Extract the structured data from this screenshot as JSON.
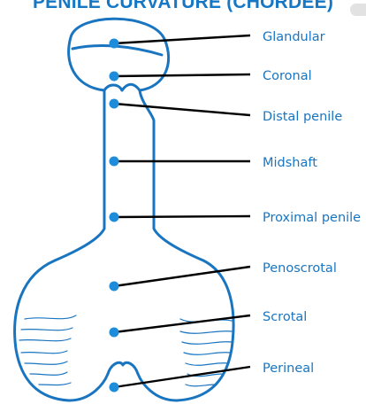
{
  "title": "PENILE CURVATURE (CHORDEE)",
  "colors": {
    "outline": "#1a75c0",
    "dot": "#1c8cdb",
    "leader": "#000000",
    "label": "#1a75c0"
  },
  "labels": [
    "Glandular",
    "Coronal",
    "Distal penile",
    "Midshaft",
    "Proximal penile",
    "Penoscrotal",
    "Scrotal",
    "Perineal"
  ]
}
